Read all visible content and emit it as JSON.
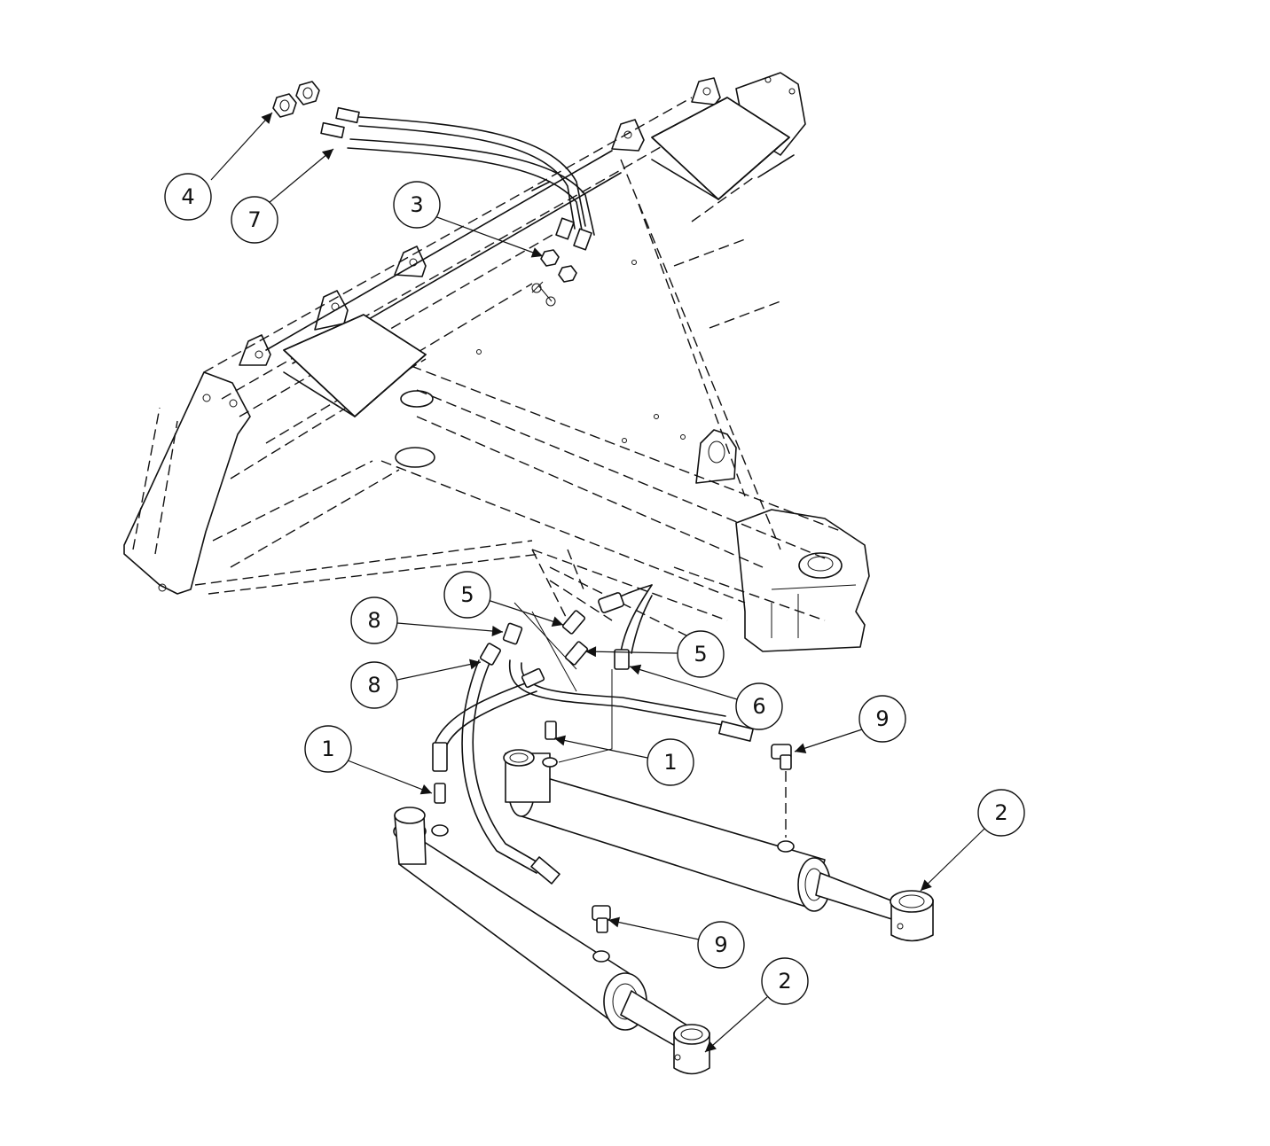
{
  "callouts": [
    "4",
    "7",
    "3",
    "5",
    "8",
    "5",
    "8",
    "6",
    "9",
    "1",
    "1",
    "2",
    "9",
    "2"
  ],
  "colors": {
    "line": "#111111",
    "background": "#ffffff"
  }
}
